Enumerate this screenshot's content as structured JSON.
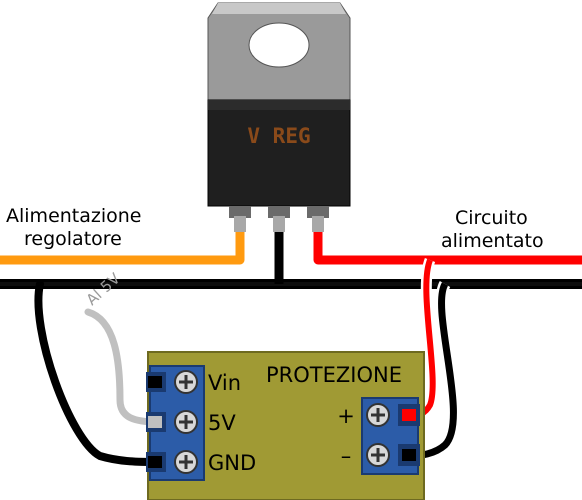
{
  "regulator": {
    "marking": "V REG",
    "body_color": "#1f1f1f",
    "tab_color": "#9a9a9a",
    "marking_color": "#8a4a1a"
  },
  "labels": {
    "supply_line1": "Alimentazione",
    "supply_line2": "regolatore",
    "load_line1": "Circuito",
    "load_line2": "alimentato",
    "to_5v": "Al 5V"
  },
  "board": {
    "title": "PROTEZIONE",
    "pins": [
      "Vin",
      "5V",
      "GND"
    ],
    "plus": "+",
    "minus": "–",
    "color": "#a09a34",
    "terminal_color": "#2c5ca8"
  },
  "wires": {
    "supply": "#ff9a10",
    "output": "#ff0000",
    "ground": "#000000",
    "signal": "#c0c0c0"
  }
}
